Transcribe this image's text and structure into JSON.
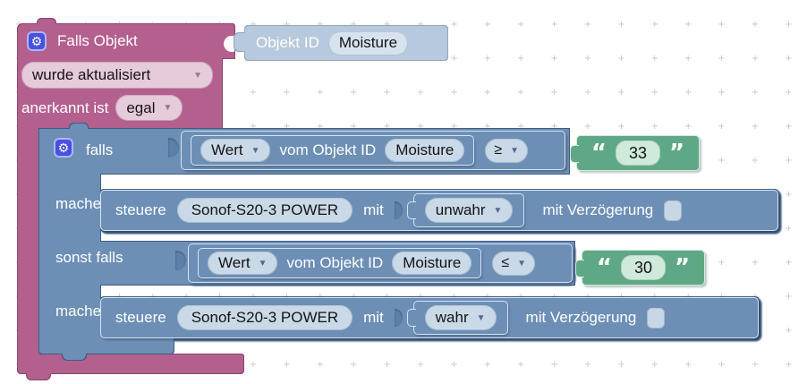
{
  "glyphs": {
    "gear": "⚙",
    "dropdown_arrow": "▼",
    "open_quote": "“",
    "close_quote": "”",
    "grid_mark": "+"
  },
  "colors": {
    "workspace_bg": "#ffffff",
    "grid_mark": "#c6c6c6",
    "trigger_block": "#b3608f",
    "control_block": "#6d8fb6",
    "object_block": "#b7c9dc",
    "string_block": "#5fa885",
    "gear_icon_bg": "#4751e1",
    "pill_light_blue": "#c9d9e7",
    "pill_pink": "#e6cbdb",
    "pill_green": "#cfeadb"
  },
  "trigger": {
    "title": "Falls Objekt",
    "object_label": "Objekt ID",
    "object_id": "Moisture",
    "event": "wurde aktualisiert",
    "ack_label": "anerkannt ist",
    "ack_value": "egal"
  },
  "control": {
    "if_label": "falls",
    "then_label": "mache",
    "elseif_label": "sonst falls",
    "then2_label": "mache"
  },
  "conditions": [
    {
      "value": "Wert",
      "source_label": "vom Objekt ID",
      "object_id": "Moisture",
      "operator": "≥",
      "compare_value": "33"
    },
    {
      "value": "Wert",
      "source_label": "vom Objekt ID",
      "object_id": "Moisture",
      "operator": "≤",
      "compare_value": "30"
    }
  ],
  "actions": [
    {
      "verb": "steuere",
      "device": "Sonof-S20-3 POWER",
      "with_label": "mit",
      "value": "unwahr",
      "delay_label": "mit Verzögerung",
      "delay_enabled": false
    },
    {
      "verb": "steuere",
      "device": "Sonof-S20-3 POWER",
      "with_label": "mit",
      "value": "wahr",
      "delay_label": "mit Verzögerung",
      "delay_enabled": false
    }
  ]
}
